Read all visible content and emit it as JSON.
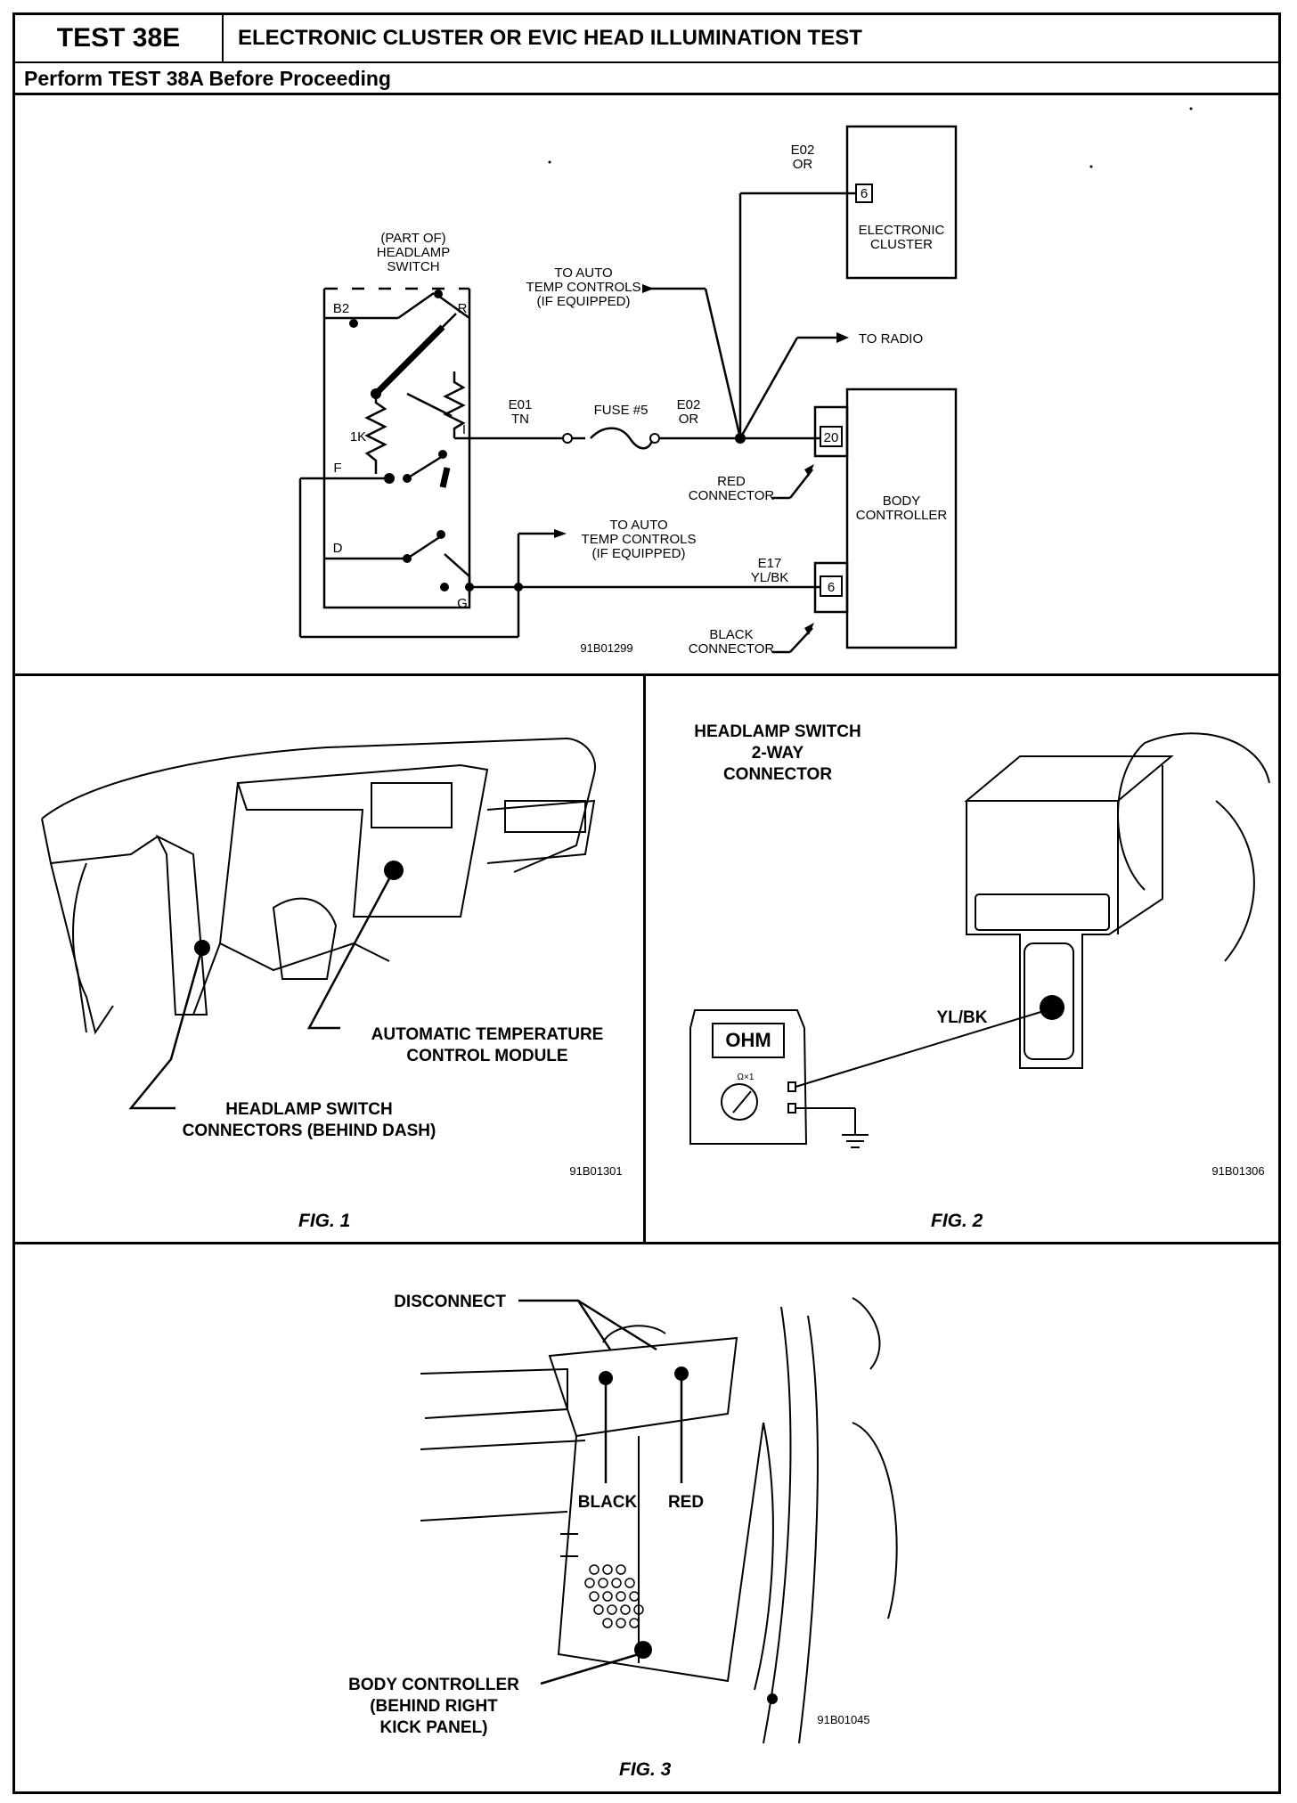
{
  "header": {
    "test_id": "TEST 38E",
    "title": "ELECTRONIC CLUSTER OR EVIC HEAD ILLUMINATION TEST",
    "subtitle": "Perform TEST 38A Before Proceeding"
  },
  "schematic": {
    "switch_label": [
      "(PART OF)",
      "HEADLAMP",
      "SWITCH"
    ],
    "pins": {
      "b2": "B2",
      "r": "R",
      "i": "I",
      "f": "F",
      "d": "D",
      "g": "G"
    },
    "resistor": "1K",
    "to_auto_top": [
      "TO AUTO",
      "TEMP CONTROLS",
      "(IF EQUIPPED)"
    ],
    "to_auto_bottom": [
      "TO AUTO",
      "TEMP CONTROLS",
      "(IF EQUIPPED)"
    ],
    "e01": [
      "E01",
      "TN"
    ],
    "fuse": "FUSE #5",
    "e02_mid": [
      "E02",
      "OR"
    ],
    "e02_top": [
      "E02",
      "OR"
    ],
    "to_radio": "TO RADIO",
    "cluster_pin": "6",
    "cluster_label": [
      "ELECTRONIC",
      "CLUSTER"
    ],
    "red_connector": [
      "RED",
      "CONNECTOR"
    ],
    "body_controller": [
      "BODY",
      "CONTROLLER"
    ],
    "pin_20": "20",
    "pin_6": "6",
    "e17": [
      "E17",
      "YL/BK"
    ],
    "black_connector": [
      "BLACK",
      "CONNECTOR"
    ],
    "ref": "91B01299"
  },
  "fig1": {
    "atc_label": [
      "AUTOMATIC TEMPERATURE",
      "CONTROL MODULE"
    ],
    "hs_label": [
      "HEADLAMP SWITCH",
      "CONNECTORS (BEHIND DASH)"
    ],
    "ref": "91B01301",
    "caption": "FIG. 1"
  },
  "fig2": {
    "title": [
      "HEADLAMP SWITCH",
      "2-WAY",
      "CONNECTOR"
    ],
    "meter_display": "OHM",
    "range": "Ω×1",
    "wire": "YL/BK",
    "ref": "91B01306",
    "caption": "FIG. 2"
  },
  "fig3": {
    "disconnect": "DISCONNECT",
    "black": "BLACK",
    "red": "RED",
    "bc_label": [
      "BODY CONTROLLER",
      "(BEHIND RIGHT",
      "KICK PANEL)"
    ],
    "ref": "91B01045",
    "caption": "FIG. 3"
  }
}
